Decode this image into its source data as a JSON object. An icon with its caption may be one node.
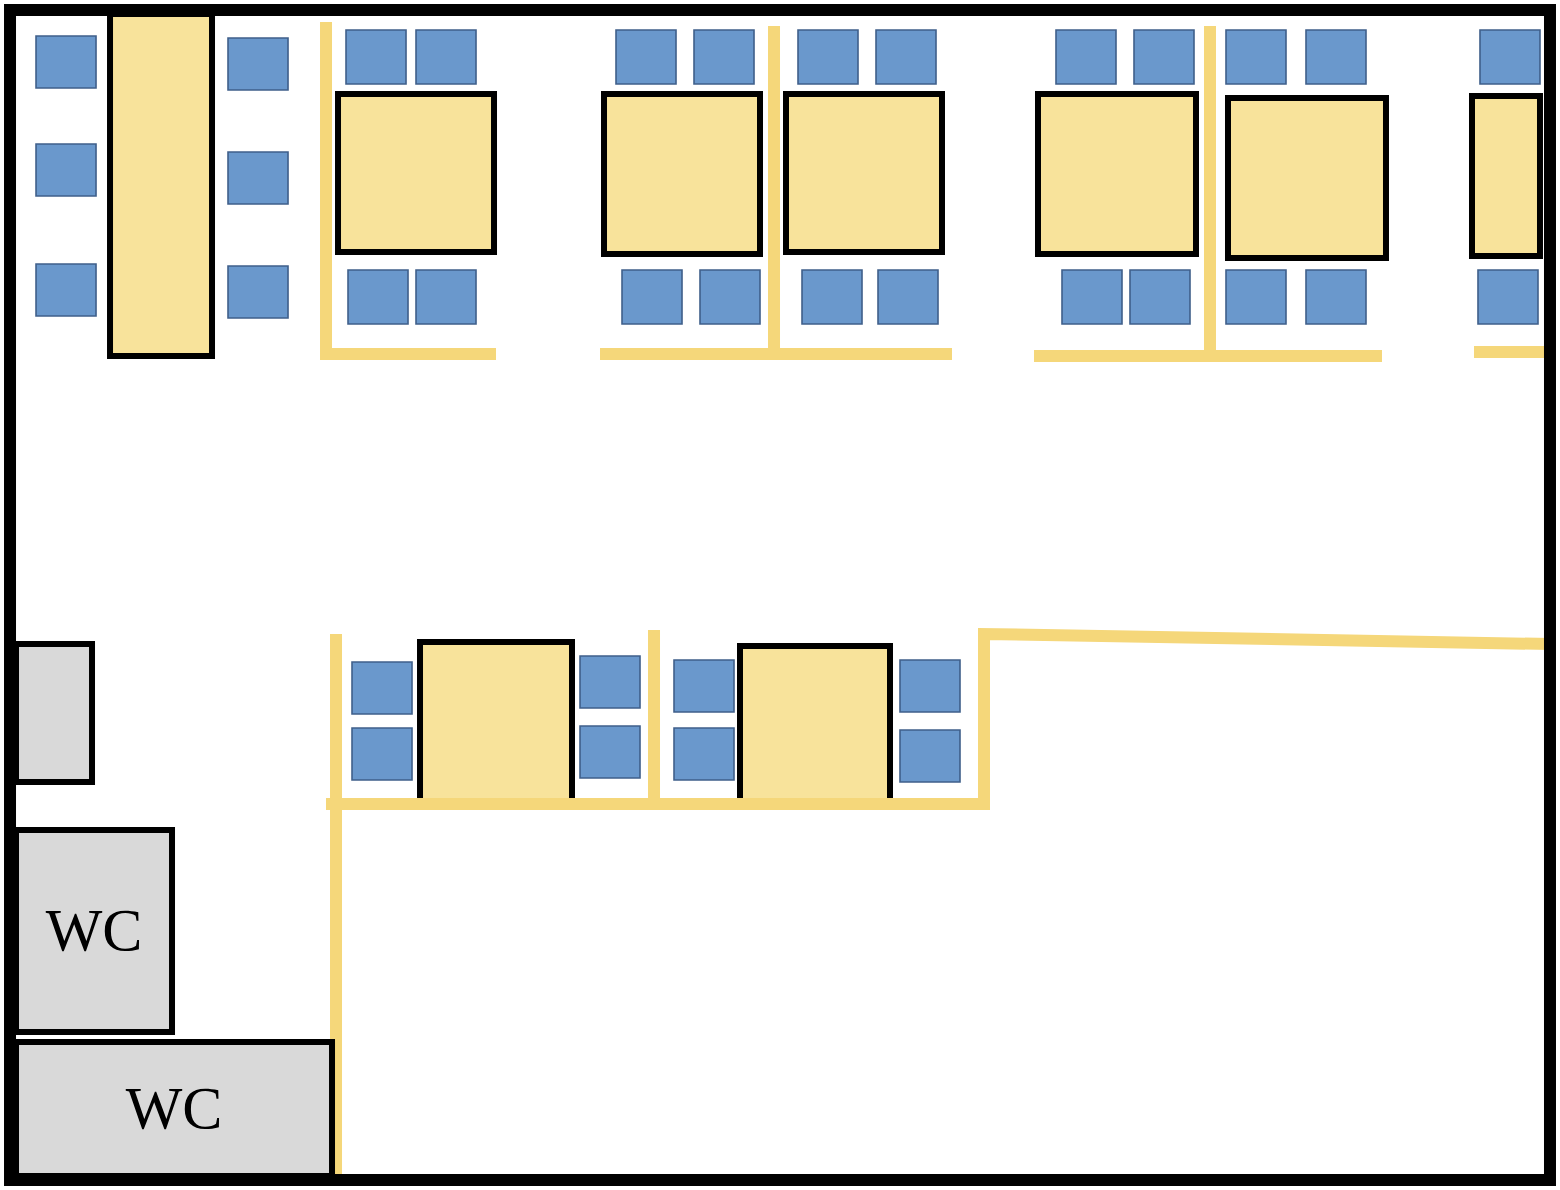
{
  "diagram": {
    "nodes": [
      {
        "text": [],
        "shape": "box"
      },
      {
        "text": [
          "WC"
        ]
      },
      {
        "text": [
          "WC"
        ]
      }
    ]
  }
}
